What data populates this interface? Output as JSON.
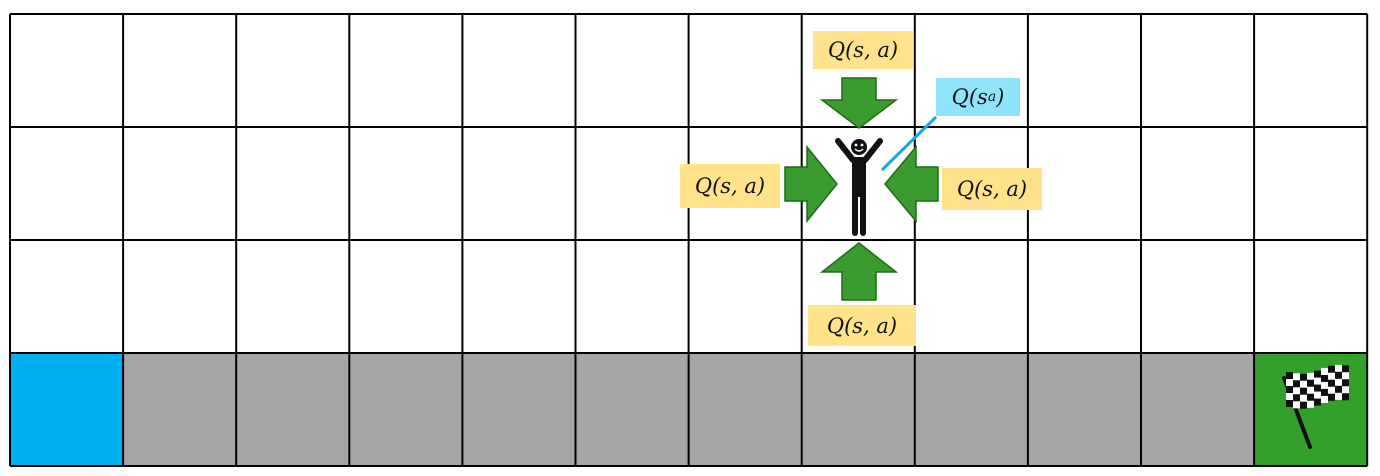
{
  "grid": {
    "rows": 4,
    "cols": 12
  },
  "colors": {
    "empty_cell": "#ffffff",
    "cliff_cell": "#a6a6a6",
    "start_cell": "#00b0f0",
    "goal_cell": "#33a02c",
    "grid_line": "#000000",
    "arrow_fill": "#3a9b2e",
    "arrow_stroke": "#1f6b18",
    "q_label_bg": "#ffe28a",
    "state_value_bg": "#8fe3fb",
    "pointer_line": "#1aa3e8"
  },
  "icons": {
    "agent": "stick-figure-smiley-icon",
    "goal": "checkered-flag-icon",
    "arrows": "arrow-down-icon, arrow-right-icon, arrow-left-icon, arrow-up-icon"
  },
  "labels": {
    "q_top": {
      "fn": "Q",
      "args": "(s, a)"
    },
    "q_left": {
      "fn": "Q",
      "args": "(s, a)"
    },
    "q_right": {
      "fn": "Q",
      "args": "(s, a)"
    },
    "q_bottom": {
      "fn": "Q",
      "args": "(s, a)"
    },
    "state_value": {
      "fn": "Q",
      "open": "(s",
      "sup": "a",
      "close": ")"
    }
  }
}
